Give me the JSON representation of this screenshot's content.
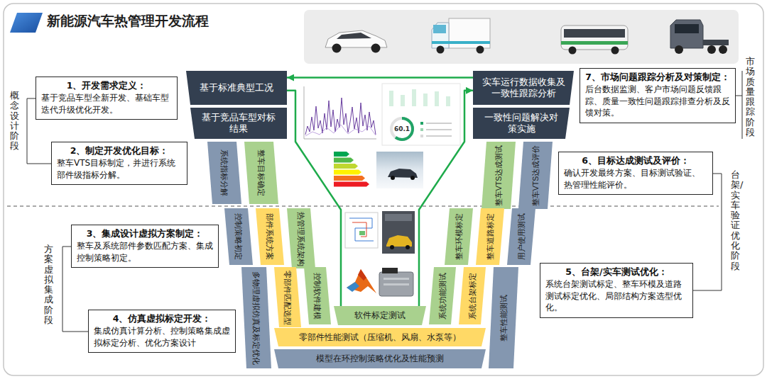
{
  "diagram": {
    "title": "新能源汽车热管理开发流程",
    "nodes": [
      {
        "text": [
          "1、开发需求定义：",
          "基于竞品车型全新开发、基础车型迭代升级优化开发。"
        ]
      },
      {
        "text": [
          "2、制定开发优化目标：",
          "整车VTS目标制定，并进行系统部件级指标分解。"
        ]
      },
      {
        "text": [
          "3、集成设计虚拟方案制定：",
          "整车及系统部件参数匹配方案、集成控制策略初定。"
        ]
      },
      {
        "text": [
          "4、仿真虚拟标定开发：",
          "集成仿真计算分析、控制策略集成虚拟标定分析、优化方案设计"
        ]
      },
      {
        "text": [
          "基于标准典型工况"
        ]
      },
      {
        "text": [
          "基于竞品车型对标结果"
        ]
      },
      {
        "text": [
          "系统指标分解"
        ]
      },
      {
        "text": [
          "整车目标确定"
        ]
      },
      {
        "text": [
          "控制策略初定"
        ]
      },
      {
        "text": [
          "部件系统方案"
        ]
      },
      {
        "text": [
          "热管理系统架构"
        ]
      },
      {
        "text": [
          "多物理虚拟仿真及标定优化"
        ]
      },
      {
        "text": [
          "零部件匹配选型"
        ]
      },
      {
        "text": [
          "控制软件建模"
        ]
      },
      {
        "text": [
          "软件标定测试"
        ]
      },
      {
        "text": [
          "零部件性能测试（压缩机、风扇、水泵等）"
        ]
      },
      {
        "text": [
          "模型在环控制策略优化及性能预测"
        ]
      },
      {
        "text": [
          "实车运行数据收集及一致性跟踪分析"
        ]
      },
      {
        "text": [
          "一致性问题解决对策实施"
        ]
      },
      {
        "text": [
          "整车VTS达成测试"
        ]
      },
      {
        "text": [
          "整车VTS达成评价"
        ]
      },
      {
        "text": [
          "整车环模标定"
        ]
      },
      {
        "text": [
          "整车道路标定"
        ]
      },
      {
        "text": [
          "用户使用测试"
        ]
      },
      {
        "text": [
          "系统功能测试"
        ]
      },
      {
        "text": [
          "系统台架标定"
        ]
      },
      {
        "text": [
          "整车性能测试"
        ]
      },
      {
        "text": [
          "7、市场问题跟踪分析及对策制定：",
          "后台数据监测、客户市场问题反馈跟踪、质量一致性问题跟踪排查分析及反馈对策。"
        ]
      },
      {
        "text": [
          "6、目标达成测试及评价：",
          "确认开发最终方案、目标测试验证、热管理性能评价。"
        ]
      },
      {
        "text": [
          "5、台架/实车测试优化：",
          "系统台架测试标定、整车环模及道路测试标定优化、局部结构方案选型优化。"
        ]
      }
    ],
    "edges": [
      {
        "from": 4,
        "to": 14,
        "arrow": "none"
      },
      {
        "from": 14,
        "to": 17,
        "arrow": "to"
      },
      {
        "from": 17,
        "to": 4,
        "arrow": "to"
      }
    ],
    "labels": [
      "概念设计阶段",
      "方案虚拟集成阶段",
      "市场质量跟踪阶段",
      "台架/实车验证优化阶段",
      "60.1"
    ]
  }
}
